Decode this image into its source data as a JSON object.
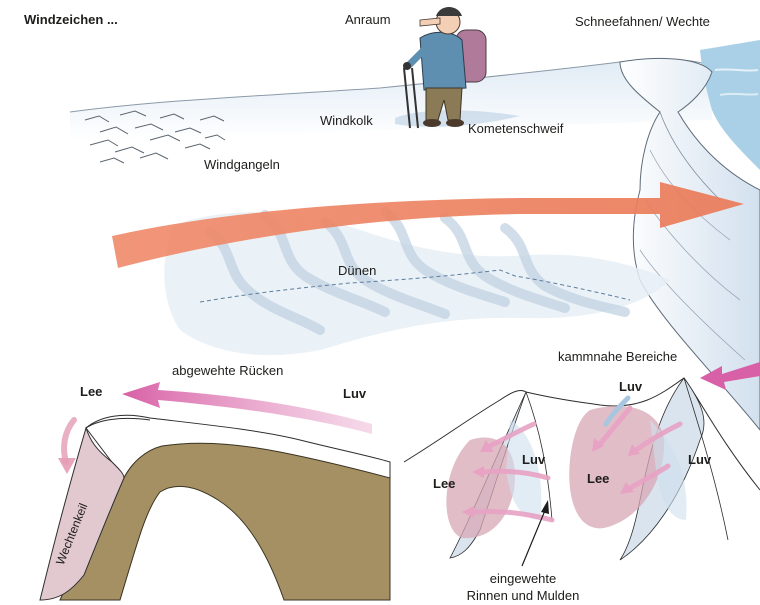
{
  "title": "Windzeichen ...",
  "labels": {
    "anraum": "Anraum",
    "schneefahnen": "Schneefahnen/ Wechte",
    "windkolk": "Windkolk",
    "kometenschweif": "Kometenschweif",
    "windgangeln": "Windgangeln",
    "duenen": "Dünen",
    "abgewehte_ruecken": "abgewehte Rücken",
    "lee_left": "Lee",
    "luv_left": "Luv",
    "wechtenkeil": "Wechtenkeil",
    "kammnahe_bereiche": "kammnahe Bereiche",
    "luv_top": "Luv",
    "luv_mid": "Luv",
    "luv_right": "Luv",
    "lee_mid": "Lee",
    "lee_right": "Lee",
    "eingewehte_line1": "eingewehte",
    "eingewehte_line2": "Rinnen und Mulden"
  },
  "colors": {
    "wind_arrow_orange": "#ee8a6a",
    "wind_arrow_pink": "#d968a8",
    "snow_shadow": "#c9d9ea",
    "sky_blue": "#a9d0e6",
    "rock_brown": "#a49063",
    "lee_zone": "#d7a7b4"
  },
  "icons": [
    "hiker-figure",
    "snow-ripple-marks",
    "wind-arrow"
  ]
}
